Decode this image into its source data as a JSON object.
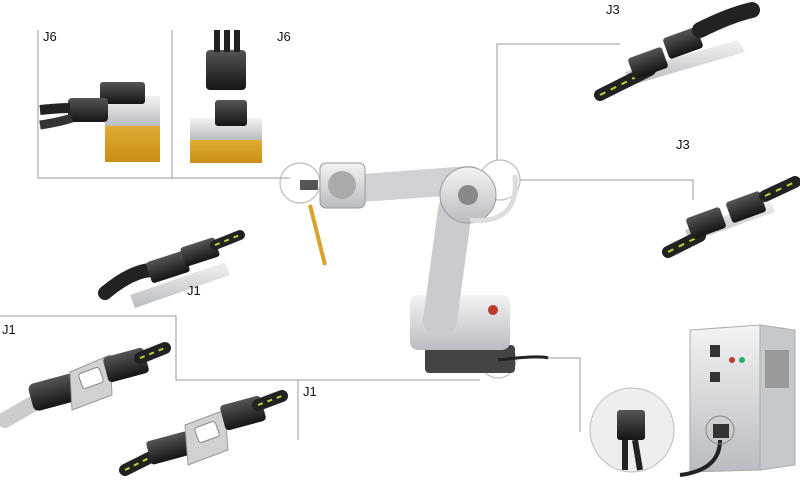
{
  "labels": {
    "j6_left": "J6",
    "j6_right": "J6",
    "j3_top": "J3",
    "j3_mid": "J3",
    "j1_upper": "J1",
    "j1_left": "J1",
    "j1_lower": "J1"
  },
  "icons": {
    "robot": "industrial-robot-arm",
    "cabinet": "control-cabinet",
    "connector": "heavy-duty-connector"
  },
  "colors": {
    "cable": "#2a2a2a",
    "cable_stripe": "#b8d62a",
    "housing": "#d9a32a",
    "robot_body": "#d7d8da",
    "cabinet_body": "#e6e8ea",
    "lines": "#9a9a9a"
  }
}
